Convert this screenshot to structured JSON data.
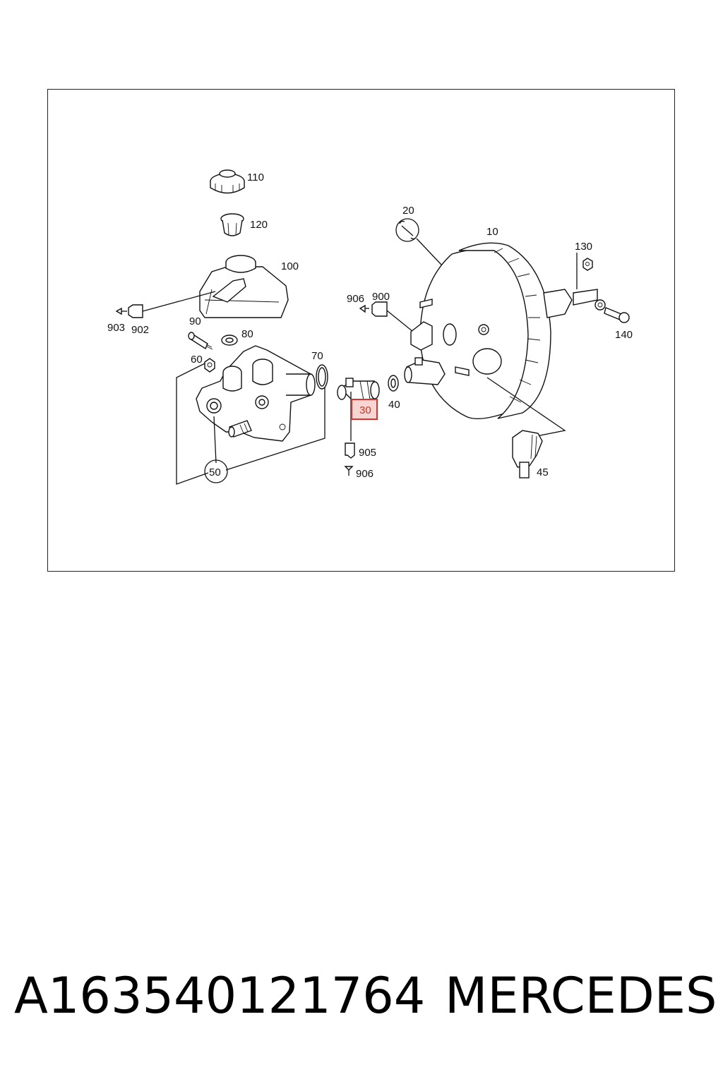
{
  "diagram": {
    "callouts": [
      {
        "id": "110",
        "label": "110"
      },
      {
        "id": "120",
        "label": "120"
      },
      {
        "id": "100",
        "label": "100"
      },
      {
        "id": "903",
        "label": "903"
      },
      {
        "id": "902",
        "label": "902"
      },
      {
        "id": "90",
        "label": "90"
      },
      {
        "id": "80",
        "label": "80"
      },
      {
        "id": "60",
        "label": "60"
      },
      {
        "id": "70",
        "label": "70"
      },
      {
        "id": "50",
        "label": "50"
      },
      {
        "id": "906a",
        "label": "906"
      },
      {
        "id": "900",
        "label": "900"
      },
      {
        "id": "20",
        "label": "20"
      },
      {
        "id": "10",
        "label": "10"
      },
      {
        "id": "130",
        "label": "130"
      },
      {
        "id": "140",
        "label": "140"
      },
      {
        "id": "30",
        "label": "30"
      },
      {
        "id": "40",
        "label": "40"
      },
      {
        "id": "905",
        "label": "905"
      },
      {
        "id": "906b",
        "label": "906"
      },
      {
        "id": "45",
        "label": "45"
      }
    ],
    "highlighted_part": "30",
    "highlight_color": "#d9312b",
    "highlight_fill": "#f6d5d3"
  },
  "caption": {
    "part_number": "A163540121764",
    "brand": "MERCEDES"
  }
}
